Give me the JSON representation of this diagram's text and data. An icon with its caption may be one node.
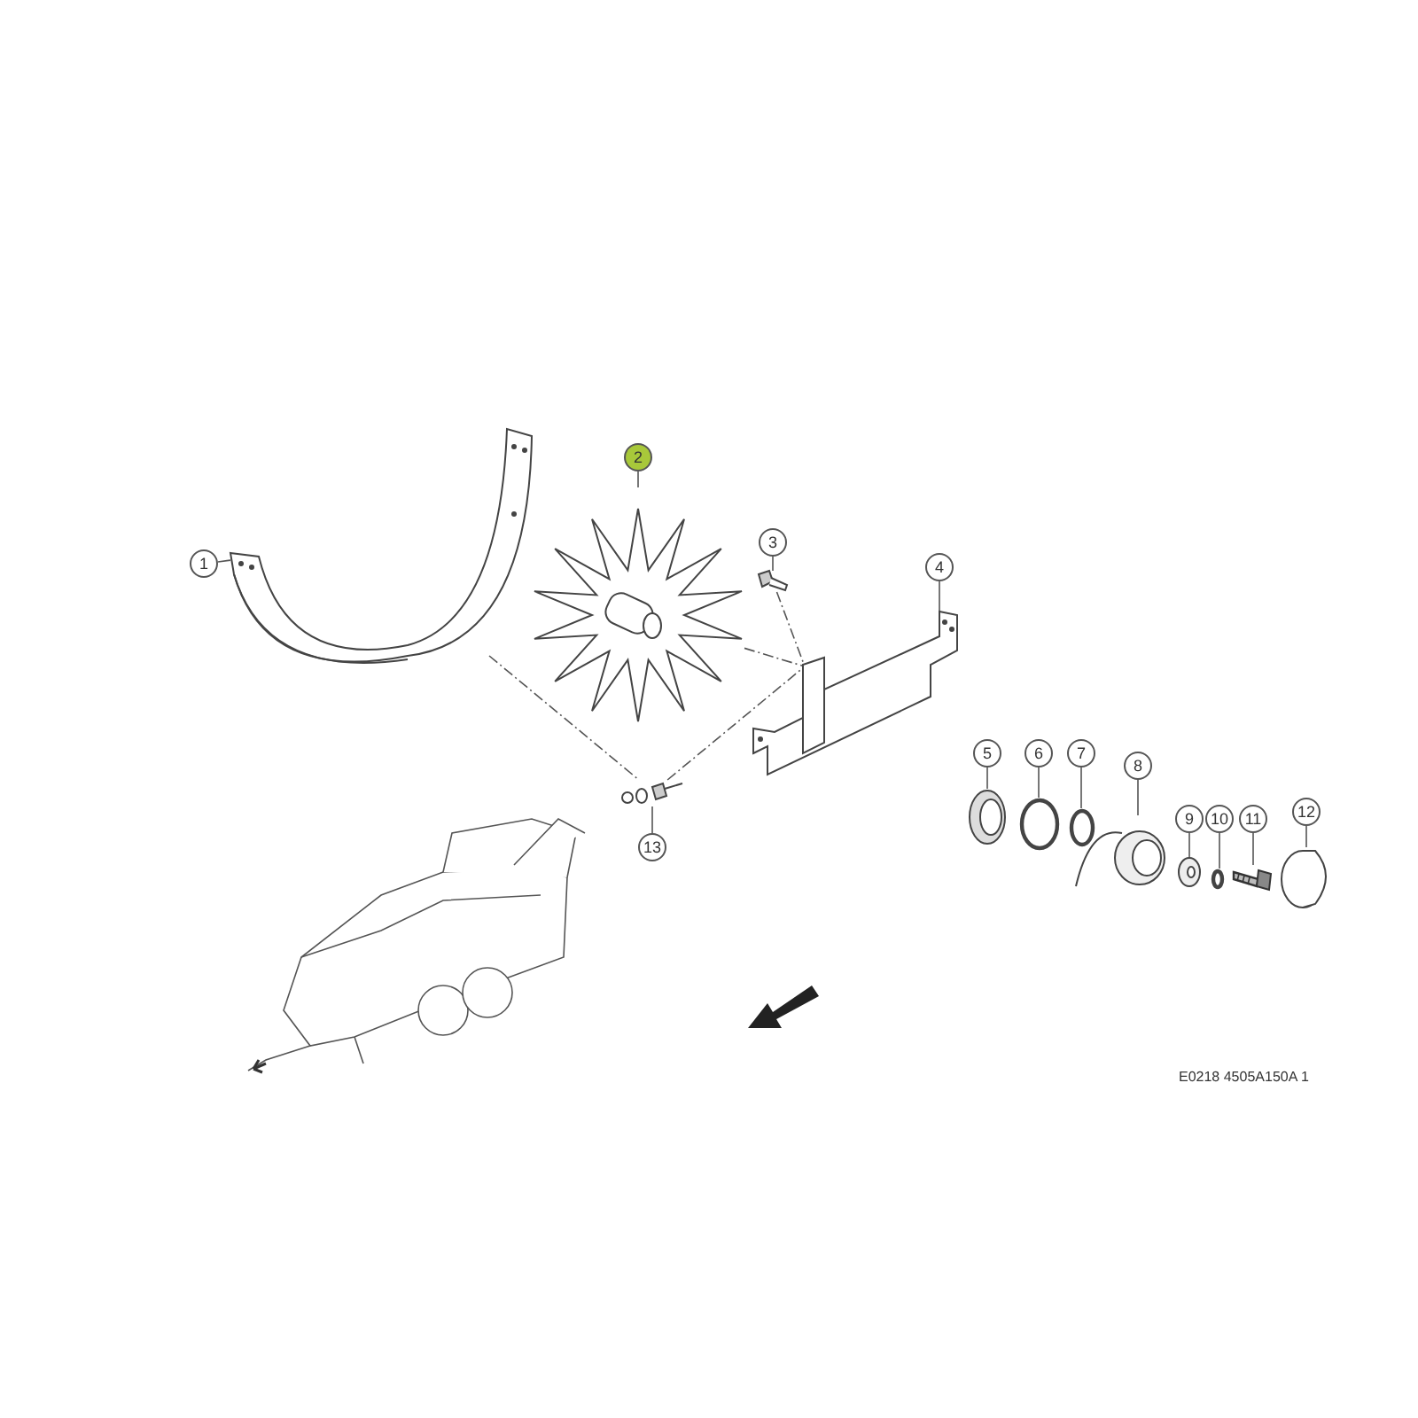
{
  "diagram": {
    "nodes": [
      {
        "text": [
          "1"
        ]
      },
      {
        "text": [
          "2"
        ]
      },
      {
        "text": [
          "3"
        ]
      },
      {
        "text": [
          "4"
        ]
      },
      {
        "text": [
          "5"
        ]
      },
      {
        "text": [
          "6"
        ]
      },
      {
        "text": [
          "7"
        ]
      },
      {
        "text": [
          "8"
        ]
      },
      {
        "text": [
          "9"
        ]
      },
      {
        "text": [
          "10"
        ]
      },
      {
        "text": [
          "11"
        ]
      },
      {
        "text": [
          "12"
        ]
      },
      {
        "text": [
          "13"
        ]
      },
      {
        "text": [],
        "shape": "picture"
      },
      {
        "text": [],
        "shape": "picture"
      },
      {
        "text": [],
        "shape": "picture"
      },
      {
        "text": [],
        "shape": "picture"
      },
      {
        "text": [],
        "shape": "picture"
      },
      {
        "text": [],
        "shape": "circle"
      },
      {
        "text": [],
        "shape": "circle"
      },
      {
        "text": [],
        "shape": "picture"
      },
      {
        "text": [],
        "shape": "picture"
      },
      {
        "text": [],
        "shape": "circle"
      },
      {
        "text": [],
        "shape": "picture"
      },
      {
        "text": [],
        "shape": "picture"
      },
      {
        "text": [],
        "shape": "picture"
      }
    ],
    "edges": [
      {
        "from": 0,
        "to": 13,
        "arrow": "none"
      },
      {
        "from": 1,
        "to": 14,
        "arrow": "none"
      },
      {
        "from": 2,
        "to": 15,
        "arrow": "none"
      },
      {
        "from": 3,
        "to": 16,
        "arrow": "none"
      },
      {
        "from": 4,
        "to": 17,
        "arrow": "none"
      },
      {
        "from": 5,
        "to": 18,
        "arrow": "none"
      },
      {
        "from": 6,
        "to": 19,
        "arrow": "none"
      },
      {
        "from": 7,
        "to": 20,
        "arrow": "none"
      },
      {
        "from": 8,
        "to": 21,
        "arrow": "none"
      },
      {
        "from": 9,
        "to": 22,
        "arrow": "none"
      },
      {
        "from": 10,
        "to": 23,
        "arrow": "none"
      },
      {
        "from": 11,
        "to": 24,
        "arrow": "none"
      },
      {
        "from": 12,
        "to": 25,
        "arrow": "none"
      },
      {
        "from": 13,
        "to": 25,
        "arrow": "none",
        "style": "dashed"
      },
      {
        "from": 14,
        "to": 16,
        "arrow": "none",
        "style": "dashed"
      },
      {
        "from": 15,
        "to": 16,
        "arrow": "none",
        "style": "dashed"
      },
      {
        "from": 25,
        "to": 16,
        "arrow": "none",
        "style": "dashed"
      }
    ],
    "labels": [
      "E0218 4505A150A 1"
    ]
  }
}
